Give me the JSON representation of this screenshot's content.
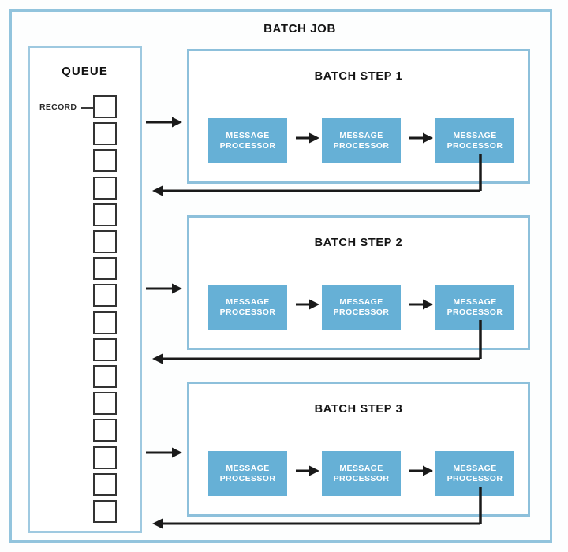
{
  "diagram": {
    "title": "BATCH JOB",
    "colors": {
      "frame_border": "#92c4dd",
      "panel_border": "#8dc0db",
      "processor_fill": "#66b0d6",
      "processor_text": "#ffffff",
      "record_border": "#333333",
      "arrow": "#1a1a1a",
      "background": "#ffffff"
    }
  },
  "queue": {
    "title": "QUEUE",
    "record_label": "RECORD",
    "record_count": 16,
    "records": [
      {
        "index": 1
      },
      {
        "index": 2
      },
      {
        "index": 3
      },
      {
        "index": 4
      },
      {
        "index": 5
      },
      {
        "index": 6
      },
      {
        "index": 7
      },
      {
        "index": 8
      },
      {
        "index": 9
      },
      {
        "index": 10
      },
      {
        "index": 11
      },
      {
        "index": 12
      },
      {
        "index": 13
      },
      {
        "index": 14
      },
      {
        "index": 15
      },
      {
        "index": 16
      }
    ]
  },
  "steps": [
    {
      "title": "BATCH STEP 1",
      "processors": [
        {
          "line1": "MESSAGE",
          "line2": "PROCESSOR"
        },
        {
          "line1": "MESSAGE",
          "line2": "PROCESSOR"
        },
        {
          "line1": "MESSAGE",
          "line2": "PROCESSOR"
        }
      ]
    },
    {
      "title": "BATCH STEP 2",
      "processors": [
        {
          "line1": "MESSAGE",
          "line2": "PROCESSOR"
        },
        {
          "line1": "MESSAGE",
          "line2": "PROCESSOR"
        },
        {
          "line1": "MESSAGE",
          "line2": "PROCESSOR"
        }
      ]
    },
    {
      "title": "BATCH STEP 3",
      "processors": [
        {
          "line1": "MESSAGE",
          "line2": "PROCESSOR"
        },
        {
          "line1": "MESSAGE",
          "line2": "PROCESSOR"
        },
        {
          "line1": "MESSAGE",
          "line2": "PROCESSOR"
        }
      ]
    }
  ],
  "flows": {
    "queue_to_step": "queue-to-step-arrow",
    "step_to_queue": "step-to-queue-return-arrow",
    "processor_to_processor": "processor-chain-arrow"
  }
}
